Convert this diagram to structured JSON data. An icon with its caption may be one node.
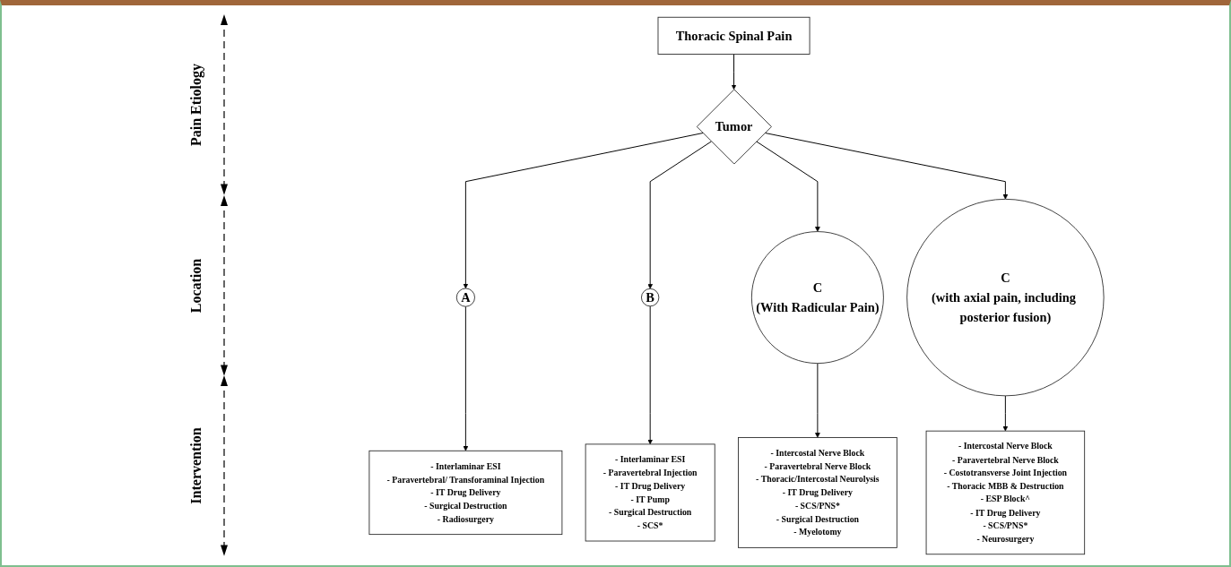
{
  "diagram": {
    "nodes": [
      {
        "text": [
          "Thoracic Spinal Pain"
        ]
      },
      {
        "text": [
          "Tumor"
        ]
      },
      {
        "text": [
          "A"
        ]
      },
      {
        "text": [
          "B"
        ]
      },
      {
        "text": [
          "C",
          "(With Radicular Pain)"
        ]
      },
      {
        "text": [
          "C",
          "(with axial pain, including posterior fusion)"
        ]
      },
      {
        "text": [
          "- Interlaminar ESI",
          "- Paravertebral/ Transforaminal Injection",
          "- IT Drug Delivery",
          "- Surgical Destruction",
          "- Radiosurgery"
        ]
      },
      {
        "text": [
          "- Interlaminar ESI",
          "- Paravertebral Injection",
          "- IT Drug Delivery",
          "- IT Pump",
          "- Surgical Destruction",
          "- SCS*"
        ]
      },
      {
        "text": [
          "- Intercostal Nerve Block",
          "- Paravertebral Nerve Block",
          "- Thoracic/Intercostal Neurolysis",
          "- IT Drug Delivery",
          "- SCS/PNS*",
          "- Surgical Destruction",
          "- Myelotomy"
        ]
      },
      {
        "text": [
          "- Intercostal Nerve Block",
          "- Paravertebral Nerve Block",
          "- Costotransverse Joint Injection",
          "- Thoracic MBB & Destruction",
          "- ESP Block^",
          "- IT Drug Delivery",
          "- SCS/PNS*",
          "- Neurosurgery"
        ]
      }
    ],
    "edges": [
      {
        "from": 0,
        "to": 1,
        "arrow": "to"
      },
      {
        "from": 1,
        "to": 2,
        "arrow": "to"
      },
      {
        "from": 1,
        "to": 3,
        "arrow": "to"
      },
      {
        "from": 1,
        "to": 4,
        "arrow": "to"
      },
      {
        "from": 1,
        "to": 5,
        "arrow": "to"
      },
      {
        "from": 2,
        "to": 6,
        "arrow": "to"
      },
      {
        "from": 3,
        "to": 7,
        "arrow": "to"
      },
      {
        "from": 4,
        "to": 8,
        "arrow": "to"
      },
      {
        "from": 5,
        "to": 9,
        "arrow": "to"
      }
    ],
    "labels": [
      "Pain Etiology",
      "Location",
      "Intervention"
    ]
  }
}
